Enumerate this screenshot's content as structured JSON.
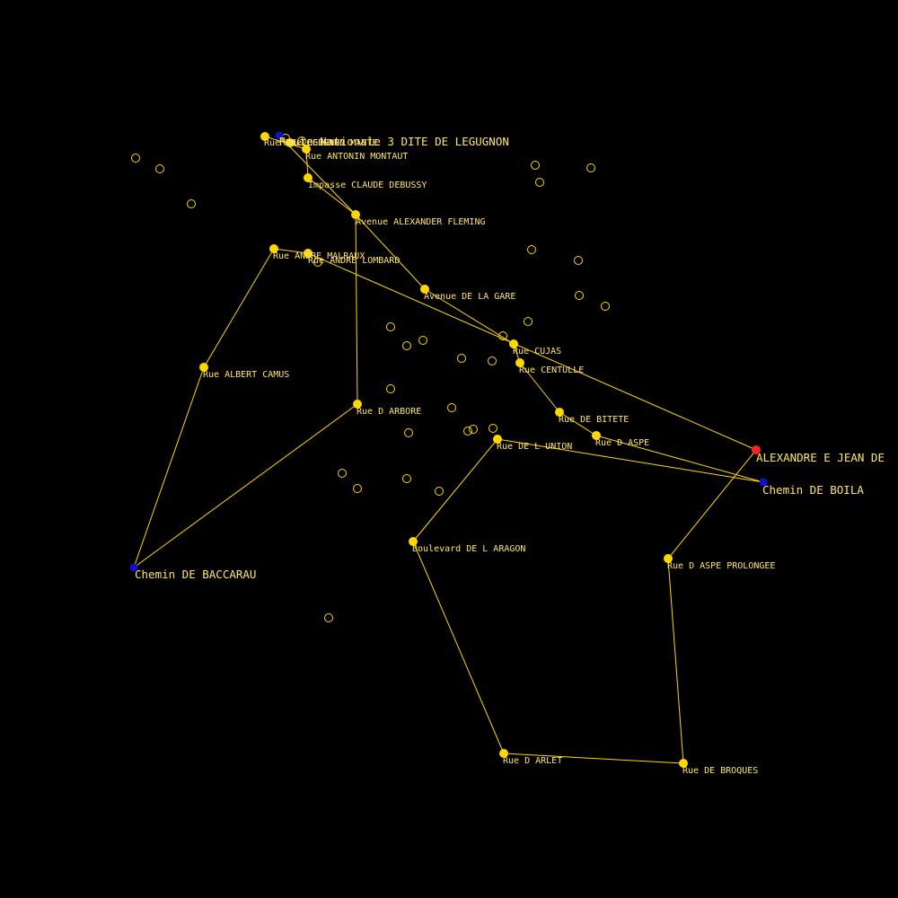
{
  "colors": {
    "background": "#000000",
    "route": "#ffd700",
    "stop": "#ffd700",
    "terminus": "#1010cc",
    "origin": "#ff2020",
    "poi_ring": "#ffd700",
    "label": "#ffe566"
  },
  "stops": [
    {
      "id": "terminus_north",
      "label": "Rue DE LEGUGNON",
      "kind": "stop"
    },
    {
      "id": "nationale",
      "label": "Route Nationale 3 DITE DE LEGUGNON",
      "kind": "terminus"
    },
    {
      "id": "bernard",
      "label": "Rue BERNARD MANTE",
      "kind": "stop"
    },
    {
      "id": "montaut",
      "label": "Rue ANTONIN MONTAUT",
      "kind": "stop"
    },
    {
      "id": "debussy",
      "label": "Impasse CLAUDE DEBUSSY",
      "kind": "stop"
    },
    {
      "id": "fleming",
      "label": "Avenue ALEXANDER FLEMING",
      "kind": "stop"
    },
    {
      "id": "malraux",
      "label": "Rue ANDRE MALRAUX",
      "kind": "stop"
    },
    {
      "id": "lombard",
      "label": "Rue ANDRE LOMBARD",
      "kind": "stop"
    },
    {
      "id": "gare",
      "label": "Avenue DE LA GARE",
      "kind": "stop"
    },
    {
      "id": "cujas",
      "label": "Rue CUJAS",
      "kind": "stop"
    },
    {
      "id": "centulle",
      "label": "Rue CENTULLE",
      "kind": "stop"
    },
    {
      "id": "camus",
      "label": "Rue ALBERT CAMUS",
      "kind": "stop"
    },
    {
      "id": "arbore",
      "label": "Rue D ARBORE",
      "kind": "stop"
    },
    {
      "id": "bitete",
      "label": "Rue DE BITETE",
      "kind": "stop"
    },
    {
      "id": "aspe",
      "label": "Rue D ASPE",
      "kind": "stop"
    },
    {
      "id": "union",
      "label": "Rue DE L UNION",
      "kind": "stop"
    },
    {
      "id": "alexandre",
      "label": "ALEXANDRE E JEAN DE",
      "kind": "origin"
    },
    {
      "id": "boila",
      "label": "Chemin DE BOILA",
      "kind": "terminus"
    },
    {
      "id": "baccarau",
      "label": "Chemin DE BACCARAU",
      "kind": "terminus"
    },
    {
      "id": "aragon",
      "label": "Boulevard DE L ARAGON",
      "kind": "stop"
    },
    {
      "id": "aspe_prol",
      "label": "Rue D ASPE PROLONGEE",
      "kind": "stop"
    },
    {
      "id": "arlet",
      "label": "Rue D ARLET",
      "kind": "stop"
    },
    {
      "id": "broques",
      "label": "Rue DE BROQUES",
      "kind": "stop"
    }
  ],
  "links": [
    [
      "terminus_north",
      "montaut"
    ],
    [
      "nationale",
      "fleming"
    ],
    [
      "montaut",
      "debussy"
    ],
    [
      "debussy",
      "fleming"
    ],
    [
      "fleming",
      "gare"
    ],
    [
      "gare",
      "cujas"
    ],
    [
      "cujas",
      "centulle"
    ],
    [
      "centulle",
      "bitete"
    ],
    [
      "bitete",
      "aspe"
    ],
    [
      "aspe",
      "boila"
    ],
    [
      "fleming",
      "arbore"
    ],
    [
      "arbore",
      "baccarau"
    ],
    [
      "baccarau",
      "camus"
    ],
    [
      "camus",
      "malraux"
    ],
    [
      "malraux",
      "lombard"
    ],
    [
      "lombard",
      "alexandre"
    ],
    [
      "alexandre",
      "aspe_prol"
    ],
    [
      "aspe_prol",
      "broques"
    ],
    [
      "broques",
      "arlet"
    ],
    [
      "arlet",
      "aragon"
    ],
    [
      "aragon",
      "union"
    ],
    [
      "union",
      "boila"
    ]
  ],
  "poi_count": 31
}
